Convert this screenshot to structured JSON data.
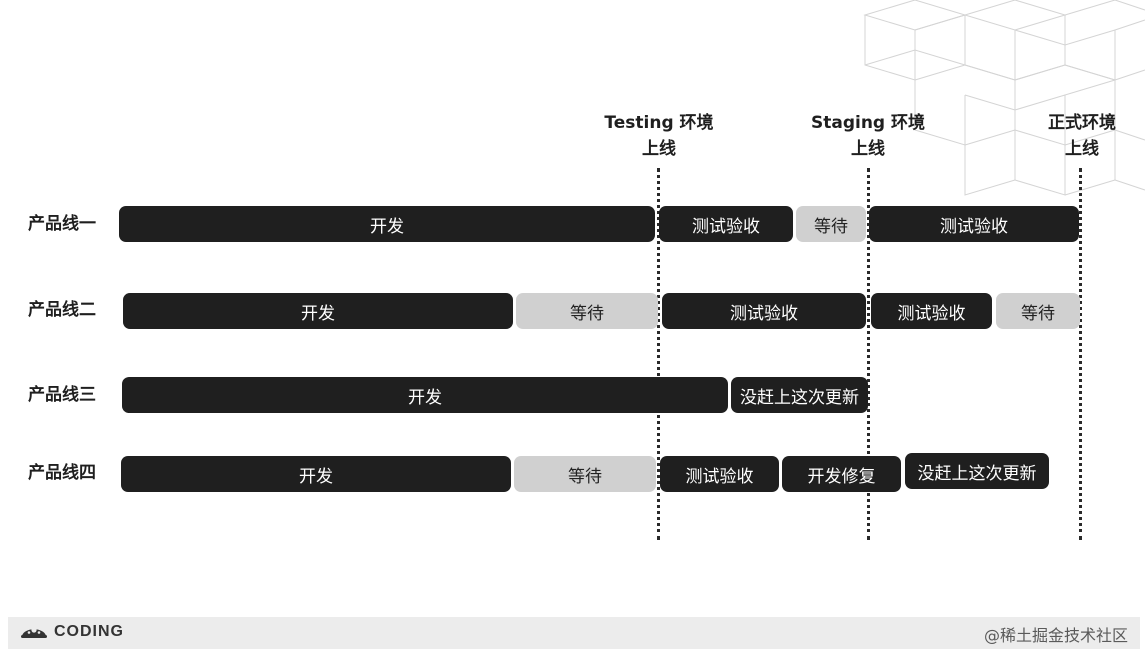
{
  "milestones": [
    {
      "id": "testing",
      "lines": [
        "Testing 环境",
        "上线"
      ]
    },
    {
      "id": "staging",
      "lines": [
        "Staging 环境",
        "上线"
      ]
    },
    {
      "id": "production",
      "lines": [
        "正式环境",
        "上线"
      ]
    }
  ],
  "rows": [
    {
      "label": "产品线一",
      "segments": [
        {
          "text": "开发",
          "style": "dark"
        },
        {
          "text": "测试验收",
          "style": "dark"
        },
        {
          "text": "等待",
          "style": "light"
        },
        {
          "text": "测试验收",
          "style": "dark"
        }
      ]
    },
    {
      "label": "产品线二",
      "segments": [
        {
          "text": "开发",
          "style": "dark"
        },
        {
          "text": "等待",
          "style": "light"
        },
        {
          "text": "测试验收",
          "style": "dark"
        },
        {
          "text": "测试验收",
          "style": "dark"
        },
        {
          "text": "等待",
          "style": "light"
        }
      ]
    },
    {
      "label": "产品线三",
      "segments": [
        {
          "text": "开发",
          "style": "dark"
        },
        {
          "text": "没赶上这次更新",
          "style": "dark"
        }
      ]
    },
    {
      "label": "产品线四",
      "segments": [
        {
          "text": "开发",
          "style": "dark"
        },
        {
          "text": "等待",
          "style": "light"
        },
        {
          "text": "测试验收",
          "style": "dark"
        },
        {
          "text": "开发修复",
          "style": "dark"
        },
        {
          "text": "没赶上这次更新",
          "style": "dark"
        }
      ]
    }
  ],
  "footer": {
    "logo_text": "CODING",
    "logo_icon": "coding-logo-icon",
    "watermark": "@稀土掘金技术社区"
  },
  "colors": {
    "dark_bar": "#1f1f1f",
    "light_bar": "#d0d0d0",
    "footer_bg": "#ececec"
  }
}
